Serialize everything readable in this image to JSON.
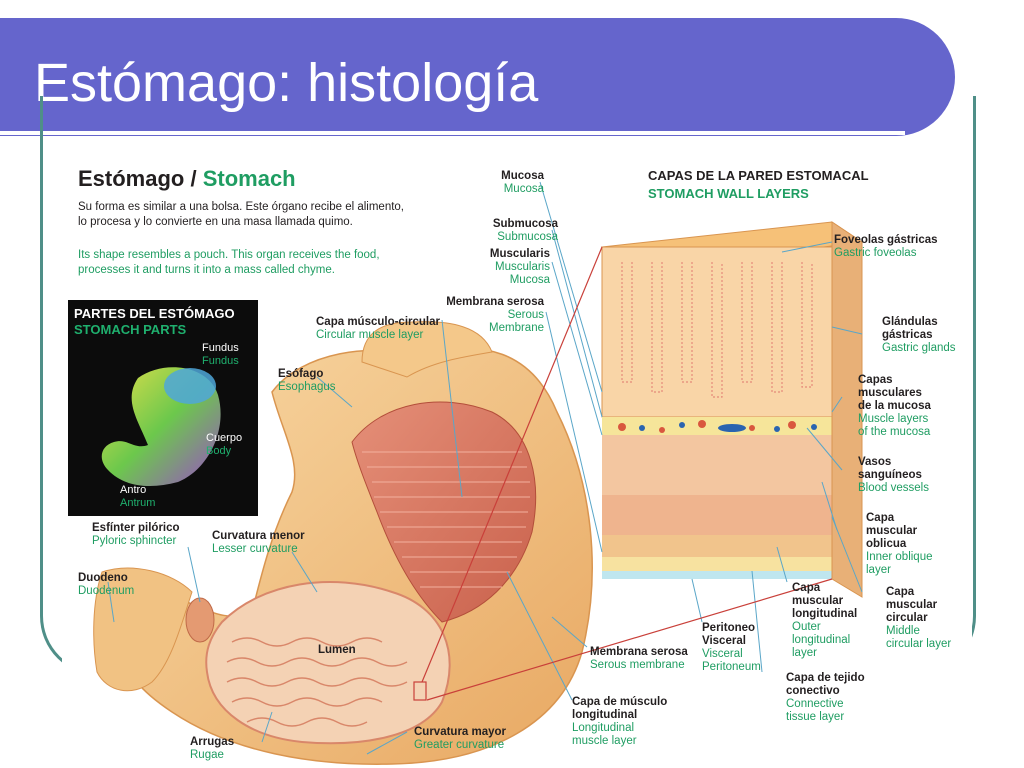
{
  "slide": {
    "title": "Estómago: histología"
  },
  "figure": {
    "title_es": "Estómago /",
    "title_en": "Stomach",
    "desc_es": "Su forma es similar a una bolsa. Este órgano recibe el alimento, lo procesa y lo convierte en una masa llamada quimo.",
    "desc_en": "Its shape resembles a pouch. This organ receives the food, processes it and turns it into a mass called chyme.",
    "layers_title_es": "CAPAS DE LA PARED ESTOMACAL",
    "layers_title_en": "STOMACH WALL LAYERS",
    "parts": {
      "title_es": "PARTES DEL ESTÓMAGO",
      "title_en": "STOMACH PARTS",
      "fundus_es": "Fundus",
      "fundus_en": "Fundus",
      "cuerpo_es": "Cuerpo",
      "cuerpo_en": "Body",
      "antro_es": "Antro",
      "antro_en": "Antrum"
    },
    "labels": {
      "mucosa": {
        "es": "Mucosa",
        "en": "Mucosa"
      },
      "submucosa": {
        "es": "Submucosa",
        "en": "Submucosa"
      },
      "muscularis": {
        "es": "Muscularis",
        "en1": "Muscularis",
        "en2": "Mucosa"
      },
      "membrana_serosa_top": {
        "es": "Membrana serosa",
        "en1": "Serous",
        "en2": "Membrane"
      },
      "capa_musculo_circular": {
        "es": "Capa músculo-circular",
        "en": "Circular muscle layer"
      },
      "esofago": {
        "es": "Esófago",
        "en": "Esophagus"
      },
      "esfinter": {
        "es": "Esfínter pilórico",
        "en": "Pyloric sphincter"
      },
      "curvatura_menor": {
        "es": "Curvatura menor",
        "en": "Lesser curvature"
      },
      "duodeno": {
        "es": "Duodeno",
        "en": "Duodenum"
      },
      "lumen": {
        "es": "Lumen"
      },
      "arrugas": {
        "es": "Arrugas",
        "en": "Rugae"
      },
      "curvatura_mayor": {
        "es": "Curvatura mayor",
        "en": "Greater curvature"
      },
      "capa_musculo_longitudinal": {
        "es1": "Capa de músculo",
        "es2": "longitudinal",
        "en1": "Longitudinal",
        "en2": "muscle layer"
      },
      "membrana_serosa_bottom": {
        "es": "Membrana serosa",
        "en": "Serous membrane"
      },
      "peritoneo": {
        "es1": "Peritoneo",
        "es2": "Visceral",
        "en1": "Visceral",
        "en2": "Peritoneum"
      },
      "capa_tejido": {
        "es1": "Capa de tejido",
        "es2": "conectivo",
        "en1": "Connective",
        "en2": "tissue layer"
      },
      "capa_long": {
        "es1": "Capa",
        "es2": "muscular",
        "es3": "longitudinal",
        "en1": "Outer",
        "en2": "longitudinal",
        "en3": "layer"
      },
      "capa_circ": {
        "es1": "Capa",
        "es2": "muscular",
        "es3": "circular",
        "en1": "Middle",
        "en2": "circular layer"
      },
      "capa_obl": {
        "es1": "Capa",
        "es2": "muscular",
        "es3": "oblicua",
        "en1": "Inner oblique",
        "en2": "layer"
      },
      "vasos": {
        "es1": "Vasos",
        "es2": "sanguíneos",
        "en": "Blood vessels"
      },
      "capas_musc_mucosa": {
        "es1": "Capas",
        "es2": "musculares",
        "es3": "de la mucosa",
        "en1": "Muscle layers",
        "en2": "of the mucosa"
      },
      "glandulas": {
        "es1": "Glándulas",
        "es2": "gástricas",
        "en": "Gastric glands"
      },
      "foveolas": {
        "es": "Foveolas gástricas",
        "en": "Gastric foveolas"
      }
    }
  }
}
